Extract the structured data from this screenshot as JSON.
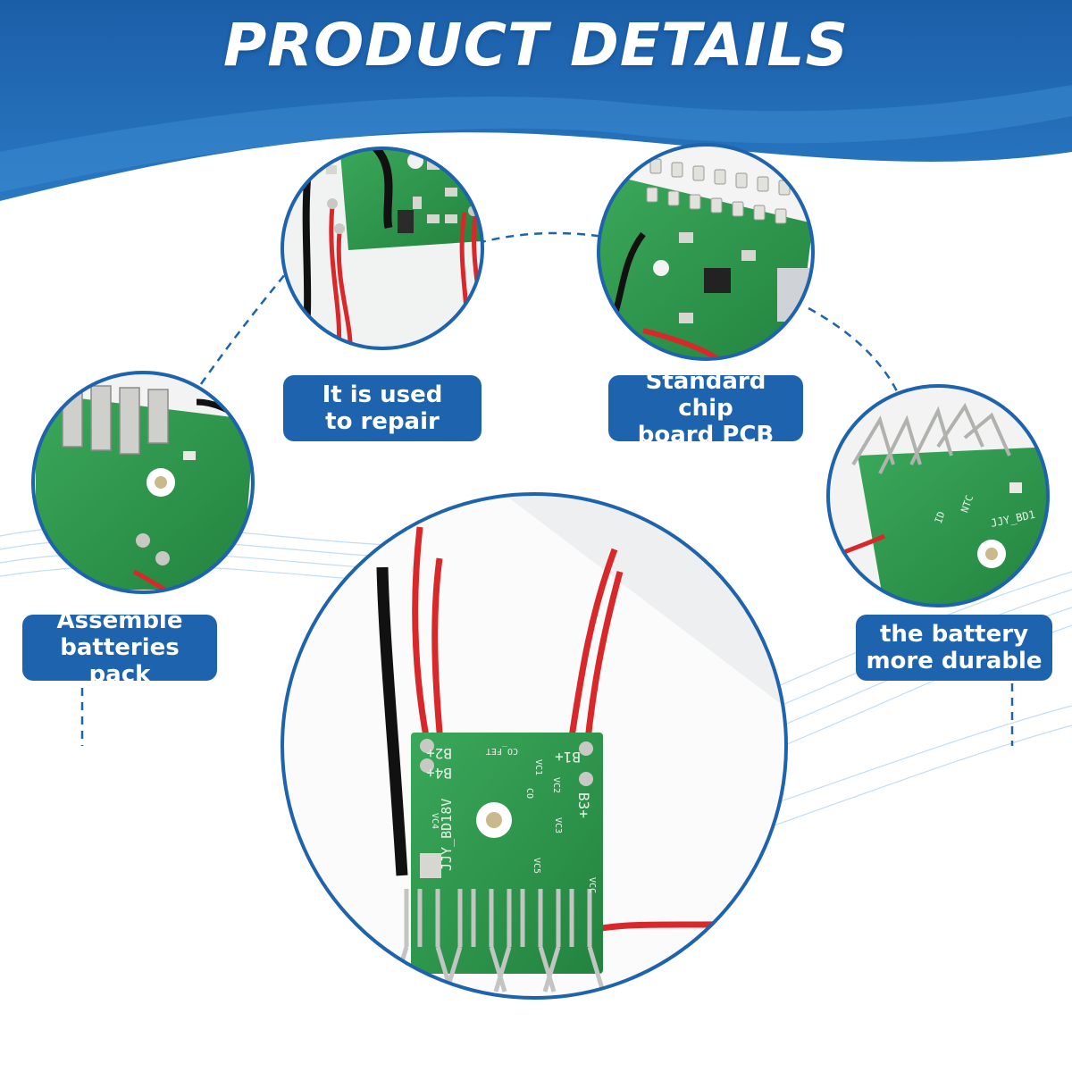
{
  "header": {
    "title": "PRODUCT DETAILS"
  },
  "colors": {
    "header_blue": "#1f68b1",
    "label_blue": "#1e63ae",
    "pcb_green": "#2f9c4c",
    "wire_red": "#d8282a",
    "wire_black": "#1a1a1a"
  },
  "labels": {
    "repair": {
      "line1": "It is used",
      "line2": "to repair"
    },
    "standard": {
      "line1": "Standard chip",
      "line2": "board PCB"
    },
    "assemble": {
      "line1": "Assemble",
      "line2": "batteries pack"
    },
    "durable": {
      "line1": "the battery",
      "line2": "more durable"
    }
  },
  "silkscreen": {
    "main_id": "JJY_BD18V",
    "side_id": "JJY_BD1",
    "b1": "B1+",
    "b2": "B2+",
    "b3": "B3+",
    "b4": "B4+",
    "co_fet": "CO_FET",
    "co": "CO",
    "vc1": "VC1",
    "vc2": "VC2",
    "vc3": "VC3",
    "vc4": "VC4",
    "vc5": "VC5",
    "vcc": "VCC",
    "ntc": "NTC",
    "id": "ID"
  }
}
